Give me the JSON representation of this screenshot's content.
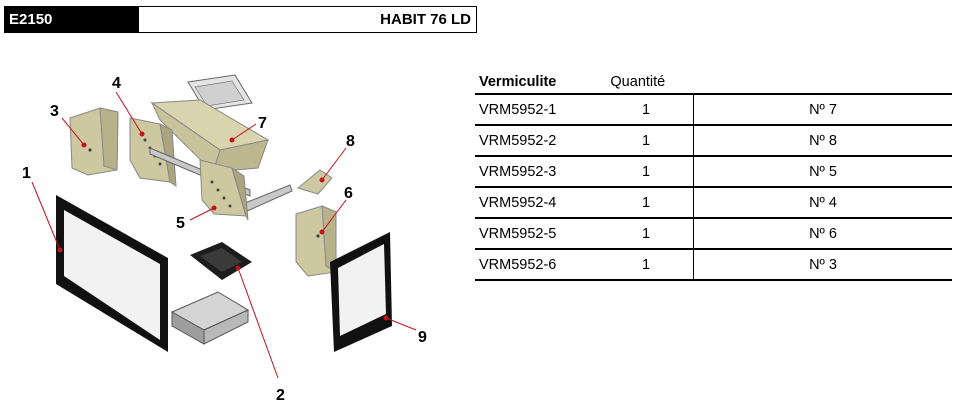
{
  "header": {
    "code": "E2150",
    "model": "HABIT 76 LD"
  },
  "table": {
    "col_ref": "Vermiculite",
    "col_qty": "Quantité",
    "rows": [
      {
        "ref": "VRM5952-1",
        "qty": "1",
        "pos": "Nº 7"
      },
      {
        "ref": "VRM5952-2",
        "qty": "1",
        "pos": "Nº 8"
      },
      {
        "ref": "VRM5952-3",
        "qty": "1",
        "pos": "Nº 5"
      },
      {
        "ref": "VRM5952-4",
        "qty": "1",
        "pos": "Nº 4"
      },
      {
        "ref": "VRM5952-5",
        "qty": "1",
        "pos": "Nº 6"
      },
      {
        "ref": "VRM5952-6",
        "qty": "1",
        "pos": "Nº 3"
      }
    ]
  },
  "diagram": {
    "labels": [
      "1",
      "2",
      "3",
      "4",
      "5",
      "6",
      "7",
      "8",
      "9"
    ],
    "colors": {
      "panel": "#cdc8a0",
      "panel_dark": "#aaa57e",
      "leader": "#c0141c",
      "frame": "#111111",
      "glass": "#f2f2f2"
    }
  }
}
